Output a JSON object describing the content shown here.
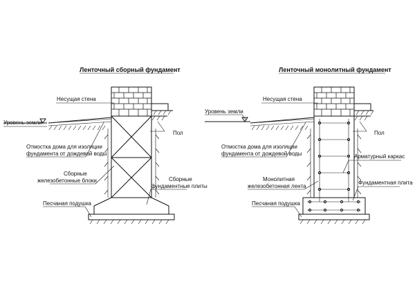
{
  "left": {
    "title": "Ленточный сборный фундамент",
    "labels": {
      "bearing_wall": "Несущая стена",
      "ground_level": "Уровень земли",
      "floor": "Пол",
      "blind_area_1": "Отмостка дома для изоляции",
      "blind_area_2": "фундамента от дождевой воды",
      "blocks_1": "Сборные",
      "blocks_2": "железобетонные блоки",
      "plates_1": "Сборные",
      "plates_2": "фундаментные плиты",
      "sand": "Песчаная подушка"
    }
  },
  "right": {
    "title": "Ленточный монолитный фундамент",
    "labels": {
      "bearing_wall": "Несущая стена",
      "ground_level": "Уровень земли",
      "floor": "Пол",
      "blind_area_1": "Отмостка дома для изоляции",
      "blind_area_2": "фундамента от дождевой воды",
      "rebar_cage": "Арматурный каркас",
      "mono_1": "Монолитная",
      "mono_2": "железобетонная лента",
      "foundation_plate": "Фундаментная плита",
      "sand": "Песчаная подушка"
    }
  }
}
